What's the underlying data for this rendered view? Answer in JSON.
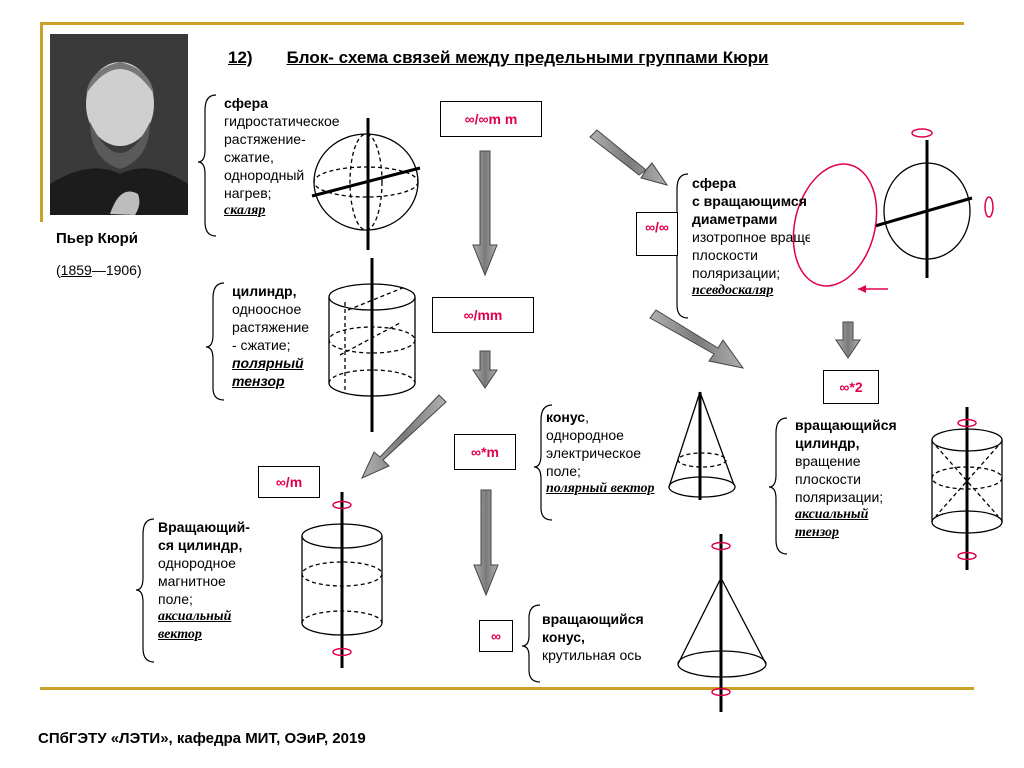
{
  "header": {
    "number": "12)",
    "title": "Блок- схема связей между предельными группами Кюри"
  },
  "portrait": {
    "name": "Пьер Кюри́",
    "years_open": "(",
    "year_birth": "1859",
    "years_rest": "—1906)"
  },
  "groups": {
    "g1": "∞/∞m m",
    "g2": "∞/∞",
    "g3": "∞/mm",
    "g4": "∞*2",
    "g5": "∞*m",
    "g6": "∞/m",
    "g7": "∞"
  },
  "descriptions": {
    "sphere": {
      "title": "сфера",
      "lines": [
        "гидростатическое",
        "растяжение-",
        "сжатие,",
        "однородный",
        "нагрев;"
      ],
      "term": "скаляр"
    },
    "rotating_sphere": {
      "title1": "сфера",
      "title2": "с вращающимся",
      "title3": "диаметрами",
      "lines": [
        "изотропное вращение",
        "плоскости",
        "поляризации;"
      ],
      "term": "псевдоскаляр"
    },
    "cylinder": {
      "title": "цилиндр,",
      "lines": [
        "одноосное",
        "растяжение",
        "- сжатие;"
      ],
      "term1": "полярный",
      "term2": "тензор"
    },
    "cone": {
      "title": "конус",
      "title_suffix": ",",
      "lines": [
        "однородное",
        "электрическое",
        "поле;"
      ],
      "term": "полярный вектор"
    },
    "rotating_cylinder_axial": {
      "title1": "вращающийся",
      "title2": "цилиндр,",
      "lines": [
        "вращение",
        "плоскости",
        "поляризации;"
      ],
      "term1": "аксиальный",
      "term2": "тензор"
    },
    "rotating_cylinder_magnetic": {
      "title1": "Вращающий-",
      "title2": "ся цилиндр,",
      "lines": [
        "однородное",
        "магнитное",
        "поле;"
      ],
      "term1": "аксиальный",
      "term2": "вектор"
    },
    "rotating_cone": {
      "title1": "вращающийся",
      "title2": "конус,",
      "lines": [
        "крутильная ось"
      ]
    }
  },
  "footer": {
    "text": "СПбГЭТУ «ЛЭТИ», кафедра МИТ, ОЭиР, 2019"
  },
  "colors": {
    "frame": "#c9a227",
    "group_text": "#e0004a",
    "arrow_fill": "#8c8c8c",
    "rotation_mark": "#e0004a"
  }
}
